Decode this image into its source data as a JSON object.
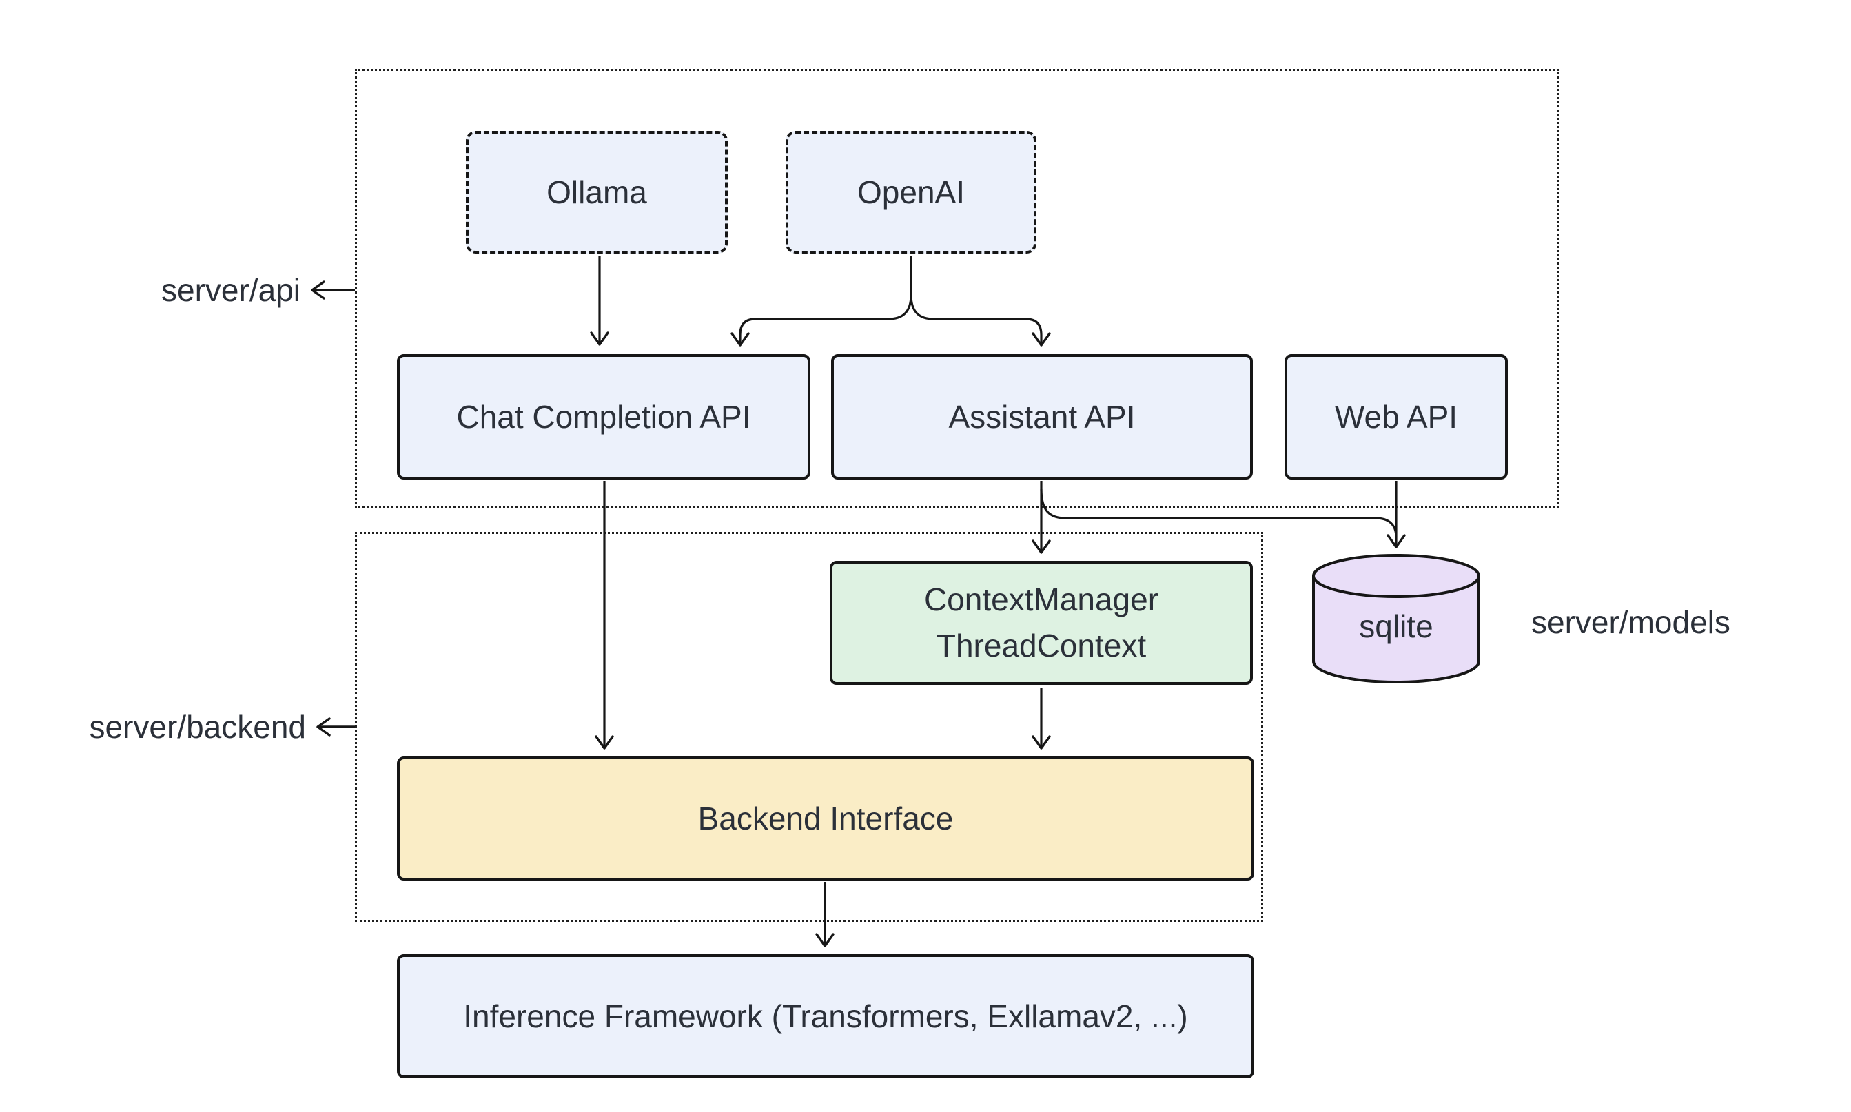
{
  "diagram": {
    "background": "#ffffff",
    "stroke_color": "#161616",
    "text_color": "#2b3039",
    "containers": {
      "api": {
        "label": "server/api"
      },
      "backend": {
        "label": "server/backend"
      },
      "models": {
        "label": "server/models"
      }
    },
    "nodes": {
      "ollama": {
        "label": "Ollama",
        "fill": "#ecf1fb",
        "border_style": "dashed"
      },
      "openai": {
        "label": "OpenAI",
        "fill": "#ecf1fb",
        "border_style": "dashed"
      },
      "chat_completion_api": {
        "label": "Chat Completion API",
        "fill": "#ecf1fb",
        "border_style": "solid"
      },
      "assistant_api": {
        "label": "Assistant API",
        "fill": "#ecf1fb",
        "border_style": "solid"
      },
      "web_api": {
        "label": "Web API",
        "fill": "#ecf1fb",
        "border_style": "solid"
      },
      "context_manager": {
        "label": "ContextManager\nThreadContext",
        "fill": "#def2e2",
        "border_style": "solid"
      },
      "sqlite": {
        "label": "sqlite",
        "fill": "#e9def8",
        "border_style": "solid"
      },
      "backend_interface": {
        "label": "Backend Interface",
        "fill": "#faedc6",
        "border_style": "solid"
      },
      "inference_framework": {
        "label": "Inference Framework (Transformers, Exllamav2, ...)",
        "fill": "#ecf1fb",
        "border_style": "solid"
      }
    },
    "edges": [
      {
        "from": "ollama",
        "to": "chat_completion_api"
      },
      {
        "from": "openai",
        "to": "chat_completion_api"
      },
      {
        "from": "openai",
        "to": "assistant_api"
      },
      {
        "from": "chat_completion_api",
        "to": "backend_interface"
      },
      {
        "from": "assistant_api",
        "to": "context_manager"
      },
      {
        "from": "assistant_api",
        "to": "sqlite"
      },
      {
        "from": "web_api",
        "to": "sqlite"
      },
      {
        "from": "context_manager",
        "to": "backend_interface"
      },
      {
        "from": "backend_interface",
        "to": "inference_framework"
      },
      {
        "from": "api_container_border",
        "to": "server_api_label"
      },
      {
        "from": "backend_container_border",
        "to": "server_backend_label"
      }
    ]
  }
}
